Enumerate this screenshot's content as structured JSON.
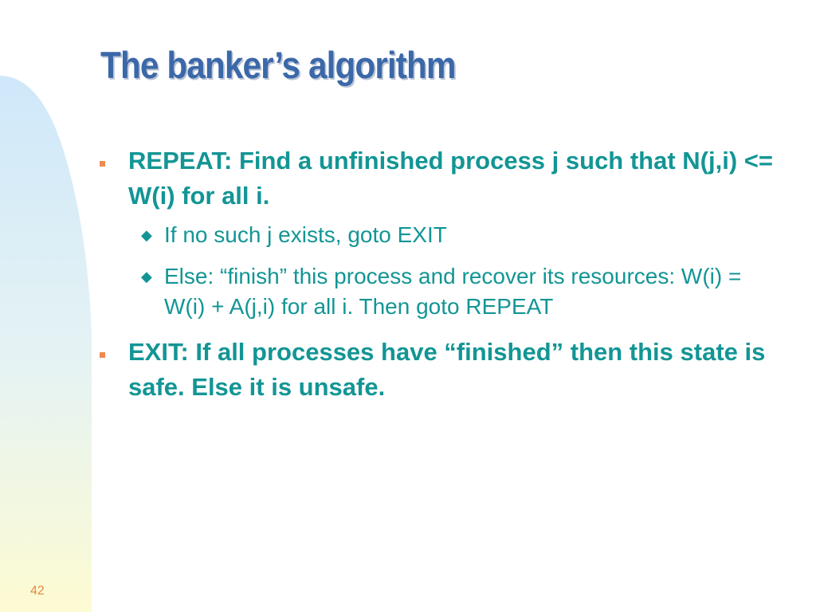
{
  "slide": {
    "title": "The banker’s algorithm",
    "bullets": [
      {
        "text": "REPEAT: Find a unfinished process j such that N(j,i) <= W(i) for all i.",
        "sub": [
          "If no such j exists, goto EXIT",
          "Else: “finish” this process and recover its resources: W(i) = W(i) + A(j,i) for all i. Then goto REPEAT"
        ]
      },
      {
        "text": "EXIT: If all processes have “finished” then this state is safe. Else it is unsafe."
      }
    ],
    "page_number": "42"
  },
  "colors": {
    "title": "#3b68a8",
    "body_text": "#139595",
    "bullet_marker": "#ef8a50",
    "band_top": "#cfe8fa",
    "band_bottom": "#fdfbd2"
  },
  "icons": {
    "level1_bullet": "orange-square",
    "level2_bullet": "diamond"
  }
}
